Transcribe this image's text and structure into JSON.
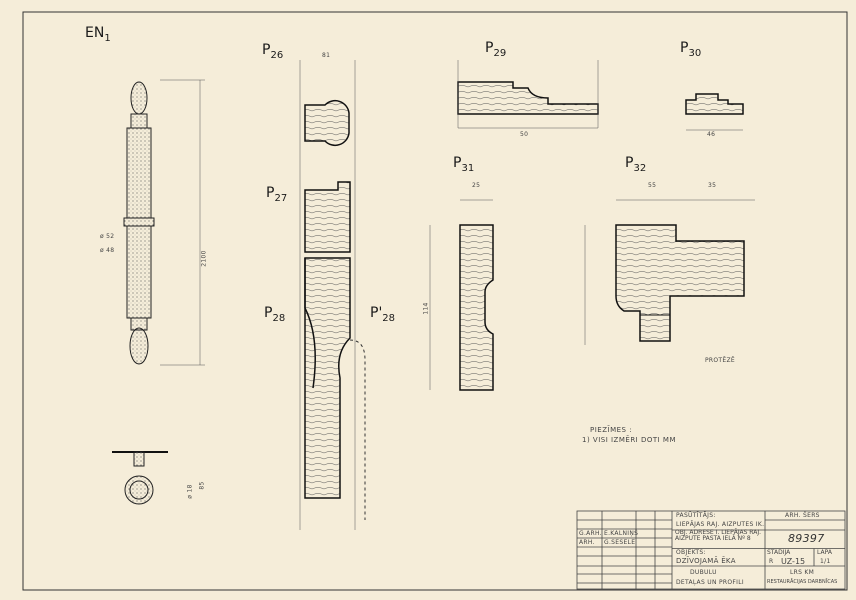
{
  "labels": {
    "en1": "EN",
    "en1_sub": "1",
    "p26": "P",
    "p26_sub": "26",
    "p27": "P",
    "p27_sub": "27",
    "p28": "P",
    "p28_sub": "28",
    "p28b": "P'",
    "p28b_sub": "28",
    "p29": "P",
    "p29_sub": "29",
    "p30": "P",
    "p30_sub": "30",
    "p31": "P",
    "p31_sub": "31",
    "p32": "P",
    "p32_sub": "32"
  },
  "dimensions": {
    "en1_height": "2100",
    "en1_d1": "ø 52",
    "en1_d2": "ø 48",
    "en1_d3": "ø 18",
    "en1_85": "85",
    "p26_width": "81",
    "p29_width": "50",
    "p30_width": "46",
    "p31_width": "25",
    "p31_height": "114",
    "p32_55": "55",
    "p32_35": "35"
  },
  "annotations": {
    "protezes": "PROTĒZĒ"
  },
  "notes": {
    "title": "PIEZĪMES :",
    "line1": "1) VISI IZMĒRI DOTI MM"
  },
  "title_block": {
    "role1": "G.ARH.",
    "name1": "E.KALNIŅŠ",
    "role2": "ARH.",
    "name2": "G.SESELE",
    "client_label": "PASŪTĪTĀJS:",
    "client": "LIEPĀJAS RAJ. AIZPUTES IK.",
    "object_addr": "OBJ. ADRESE I. LIEPĀJAS RAJ. AIZPUTE PASTA IELĀ Nº 8",
    "object_label": "OBJEKTS:",
    "object": "DZĪVOJAMĀ ĒKA",
    "arch": "ARH. ŠERS",
    "number": "89397",
    "stage_label": "STADIJA",
    "stage": "R",
    "sheet_code": "UZ-15",
    "sheet_label": "LAPA",
    "sheet": "1/1",
    "drawing_label": "DUBULU",
    "drawing": "DETAĻAS UN PROFILI",
    "org1": "LRS KM",
    "org2": "RESTAURĀCIJAS DARBNĪCAS"
  }
}
